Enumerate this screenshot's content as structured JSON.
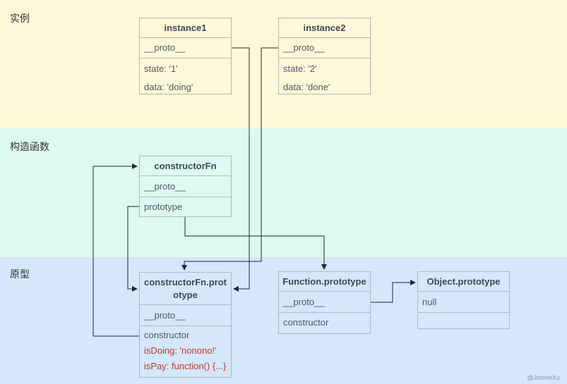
{
  "bands": {
    "instance": {
      "label": "实例",
      "color": "#fdf8d8"
    },
    "constructor": {
      "label": "构造函数",
      "color": "#dcfaef"
    },
    "prototype": {
      "label": "原型",
      "color": "#d4e7fb"
    }
  },
  "instance1": {
    "title": "instance1",
    "proto": "__proto__",
    "state": "state: '1'",
    "data": "data: 'doing'"
  },
  "instance2": {
    "title": "instance2",
    "proto": "__proto__",
    "state": "state: '2'",
    "data": "data: 'done'"
  },
  "constructorFn": {
    "title": "constructorFn",
    "proto": "__proto__",
    "prototype": "prototype"
  },
  "ctorProto": {
    "title": "constructorFn.prototype",
    "proto": "__proto__",
    "constructor": "constructor",
    "isDoing": "isDoing: 'nonono!'",
    "isPay": "isPay: function() {...}"
  },
  "fnProto": {
    "title": "Function.prototype",
    "proto": "__proto__",
    "constructor": "constructor"
  },
  "objProto": {
    "title": "Object.prototype",
    "null": "null"
  },
  "watermark": "@JohnieXu",
  "colors": {
    "line": "#1e2a36",
    "border": "#b7b7b7",
    "red": "#c0392b"
  }
}
